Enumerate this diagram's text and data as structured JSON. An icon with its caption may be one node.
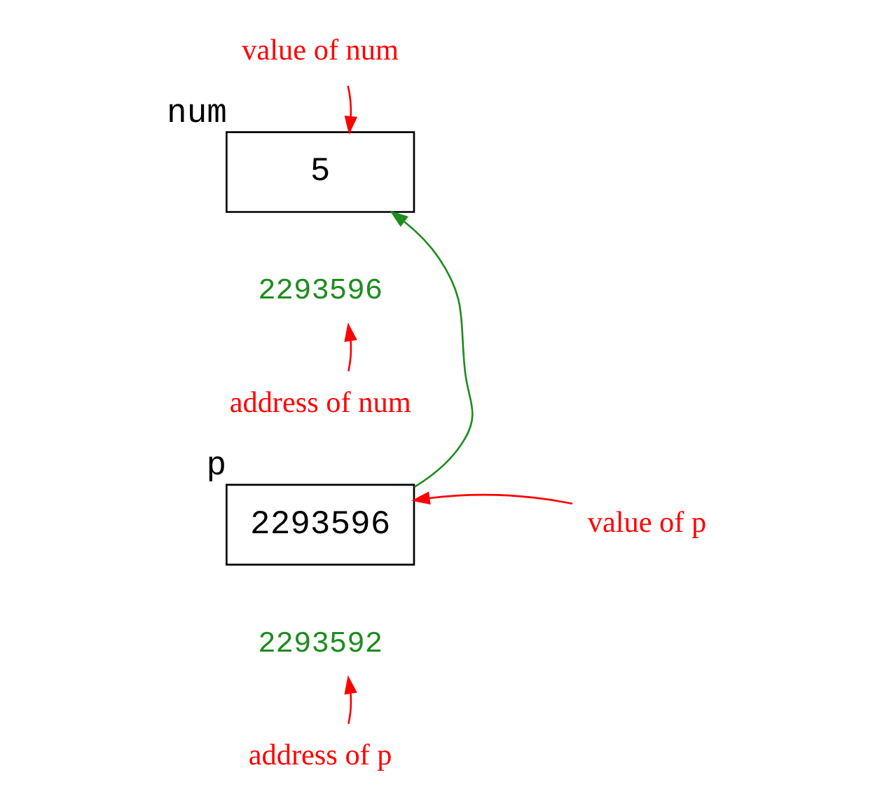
{
  "diagram": {
    "nodes": [
      {
        "text": [
          "5"
        ],
        "beside": [
          "num"
        ]
      },
      {
        "text": [
          "2293596"
        ]
      },
      {
        "text": [
          "address of num"
        ]
      },
      {
        "text": [
          "value of num"
        ]
      },
      {
        "text": [
          "2293596"
        ],
        "beside": [
          "p"
        ]
      },
      {
        "text": [
          "2293592"
        ]
      },
      {
        "text": [
          "value of p"
        ]
      },
      {
        "text": [
          "address of p"
        ]
      }
    ],
    "edges": [
      {
        "from": 4,
        "to": 0,
        "arrow": "to",
        "color": "#1e8c1e"
      },
      {
        "from": 3,
        "to": 0,
        "arrow": "to"
      },
      {
        "from": 2,
        "to": 1,
        "arrow": "to"
      },
      {
        "from": 6,
        "to": 4,
        "arrow": "to"
      },
      {
        "from": 7,
        "to": 5,
        "arrow": "to"
      }
    ]
  }
}
